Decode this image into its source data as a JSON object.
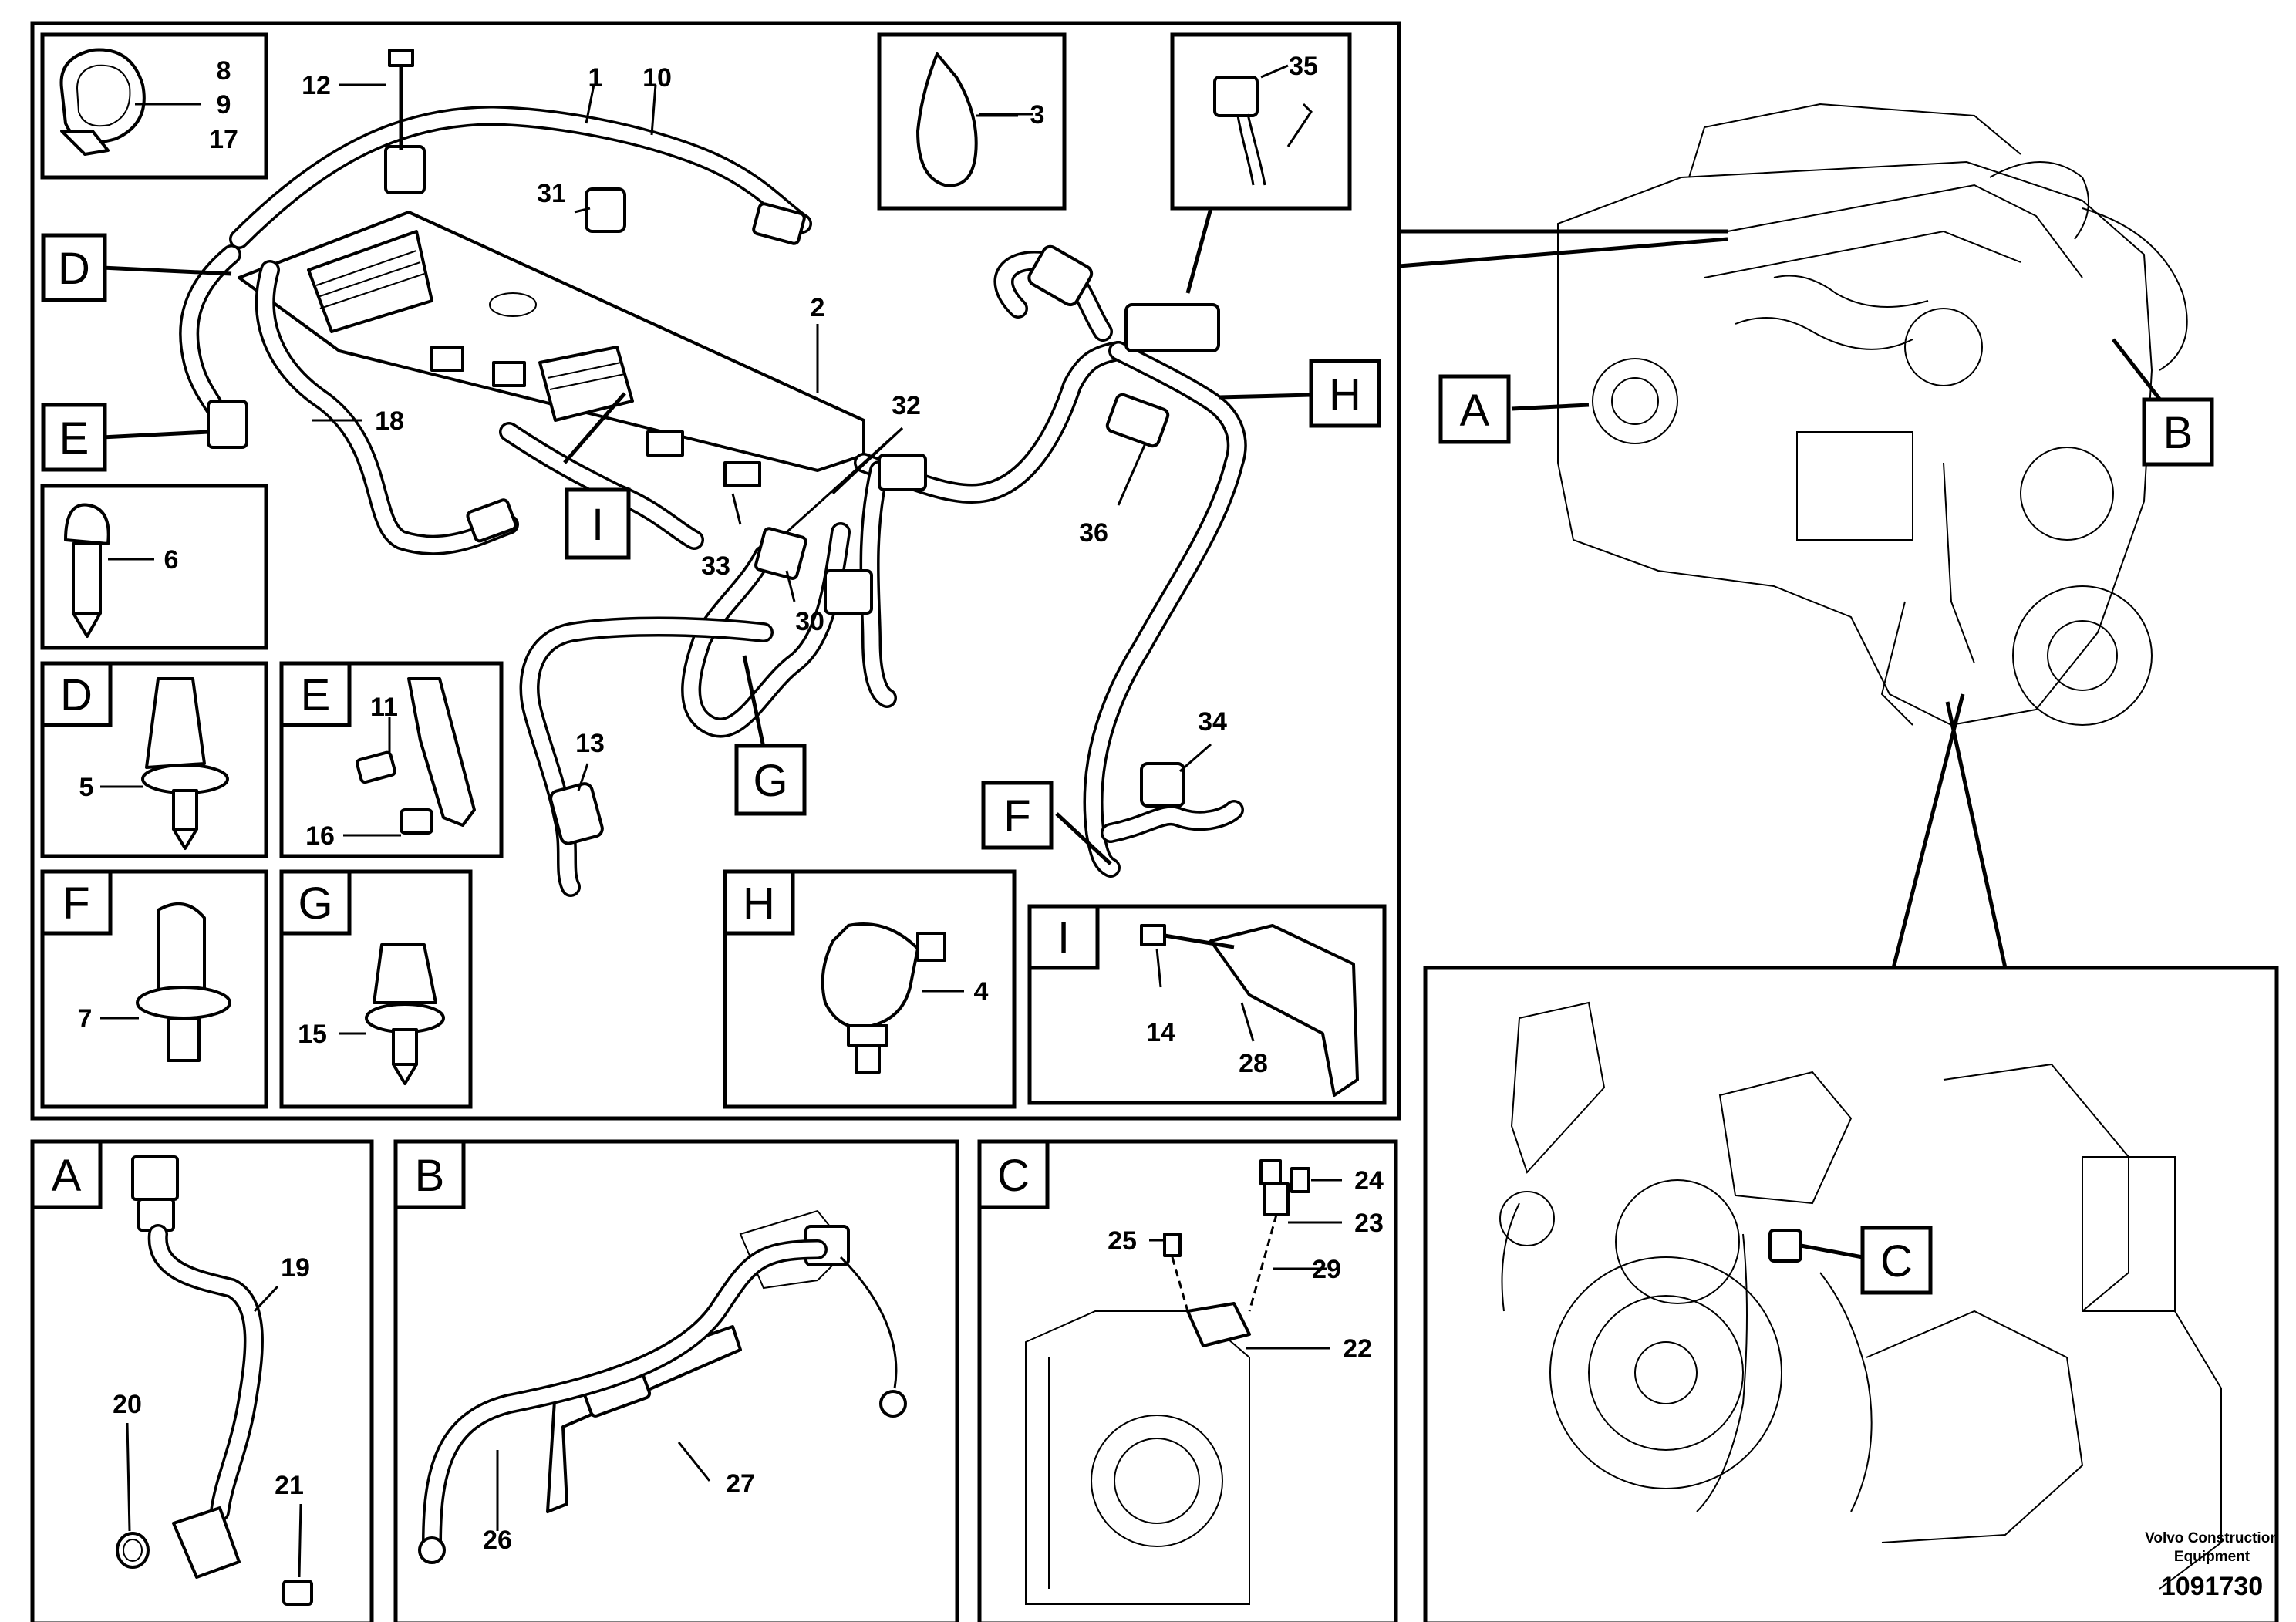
{
  "diagram": {
    "callouts": [
      "1",
      "2",
      "3",
      "4",
      "5",
      "6",
      "7",
      "8",
      "9",
      "10",
      "11",
      "12",
      "13",
      "14",
      "15",
      "16",
      "17",
      "18",
      "19",
      "20",
      "21",
      "22",
      "23",
      "24",
      "25",
      "26",
      "27",
      "28",
      "29",
      "30",
      "31",
      "32",
      "33",
      "34",
      "35",
      "36"
    ],
    "boxes": [
      "A",
      "B",
      "C",
      "D",
      "E",
      "F",
      "G",
      "H",
      "I"
    ],
    "footer": {
      "brand_line1": "Volvo Construction",
      "brand_line2": "Equipment",
      "drawing_number": "1091730"
    }
  }
}
